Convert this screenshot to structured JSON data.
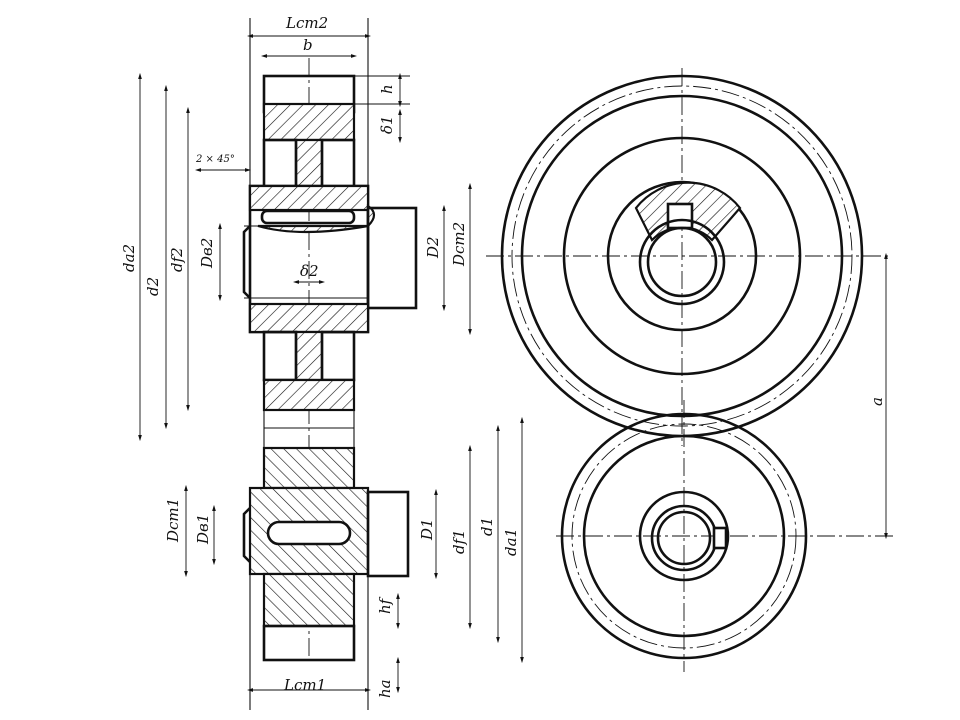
{
  "labels": {
    "L_hub2": "Lст2",
    "b": "b",
    "h": "h",
    "delta1": "δ1",
    "chamfer": "2 × 45°",
    "da2": "da2",
    "d2": "d2",
    "df2": "df2",
    "Dv2": "Dв2",
    "D2": "D2",
    "Dhub2": "Dст2",
    "delta2": "δ2",
    "a": "a",
    "Dhub1": "Dст1",
    "Dv1": "Dв1",
    "D1": "D1",
    "df1": "df1",
    "d1": "d1",
    "da1": "da1",
    "hf": "hf",
    "L_hub1": "Lст1",
    "ha": "ha"
  }
}
